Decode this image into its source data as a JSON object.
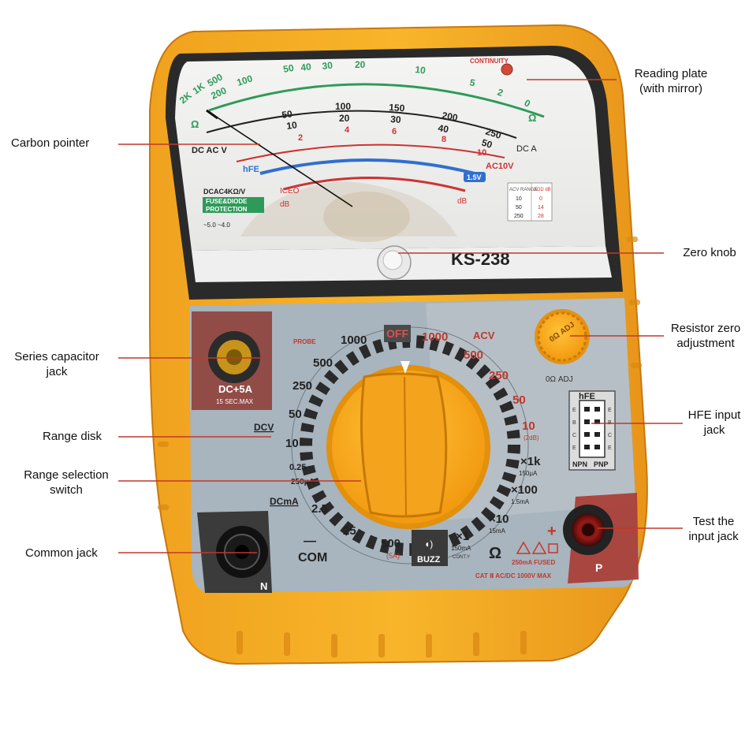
{
  "callouts": {
    "reading_plate": "Reading plate\n(with mirror)",
    "carbon_pointer": "Carbon pointer",
    "zero_knob": "Zero knob",
    "resistor_zero": "Resistor zero\nadjustment",
    "series_capacitor_jack": "Series capacitor\njack",
    "range_disk": "Range disk",
    "range_selection_switch": "Range selection\nswitch",
    "hfe_input_jack": "HFE input\njack",
    "common_jack": "Common jack",
    "test_input_jack": "Test the\ninput jack"
  },
  "meter": {
    "model": "KS-238",
    "continuity": "CONTINUITY",
    "ohm_scale": [
      "2K",
      "1K",
      "500",
      "200",
      "100",
      "50",
      "40",
      "30",
      "20",
      "10",
      "5",
      "2",
      "0"
    ],
    "dcv_scale_top": [
      "50",
      "100",
      "150",
      "200",
      "250"
    ],
    "dcv_scale_mid": [
      "10",
      "20",
      "30",
      "40",
      "50"
    ],
    "dcv_scale_low": [
      "2",
      "4",
      "6",
      "8",
      "10"
    ],
    "ohm_symbol": "Ω",
    "dc_ac_v": "DC AC V",
    "dc_a": "DC A",
    "ac10v": "AC10V",
    "hfe": "hFE",
    "v15": "1.5V",
    "iceo": "ICEO",
    "db": "dB",
    "dcac4k": "DCAC4KΩ/V",
    "fuse_diode": "FUSE&DIODE",
    "protection": "PROTECTION",
    "class_marks": "~5.0 ~4.0",
    "acv_range_hdr": [
      "ACV RANGE",
      "ADD dB"
    ],
    "acv_range_rows": [
      [
        "10",
        "0"
      ],
      [
        "50",
        "14"
      ],
      [
        "250",
        "28"
      ]
    ]
  },
  "panel": {
    "dc5a": "DC+5A",
    "sec_max": "15 SEC.MAX",
    "probe": "PROBE",
    "off": "OFF",
    "dcv": "DCV",
    "dcma": "DCmA",
    "acv": "ACV",
    "com": "COM",
    "buzz": "BUZZ",
    "n": "N",
    "p": "P",
    "plus": "+",
    "minus": "—",
    "omega": "Ω",
    "zero_adj": "0Ω ADJ",
    "hfe": "hFE",
    "npn": "NPN",
    "pnp": "PNP",
    "hfe_pins": [
      "E",
      "B",
      "C",
      "E"
    ],
    "dcv_ranges": [
      "1000",
      "500",
      "250",
      "50",
      "10",
      "0.25"
    ],
    "ua250": "250μA",
    "dcma_ranges": [
      "2.5",
      "25",
      "500"
    ],
    "ma500_note": "(5A)",
    "acv_ranges": [
      "1000",
      "500",
      "250",
      "50",
      "10"
    ],
    "ac10_note": "(2dB)",
    "ohm_ranges": [
      {
        "label": "×1k",
        "note": "150μA"
      },
      {
        "label": "×100",
        "note": "1.5mA"
      },
      {
        "label": "×10",
        "note": "15mA"
      },
      {
        "label": "×1",
        "note": "150mA"
      }
    ],
    "cont_note": "CONT.Y",
    "fuse_line": "250mA FUSED",
    "cat_line": "CAT Ⅱ AC/DC 1000V MAX"
  }
}
